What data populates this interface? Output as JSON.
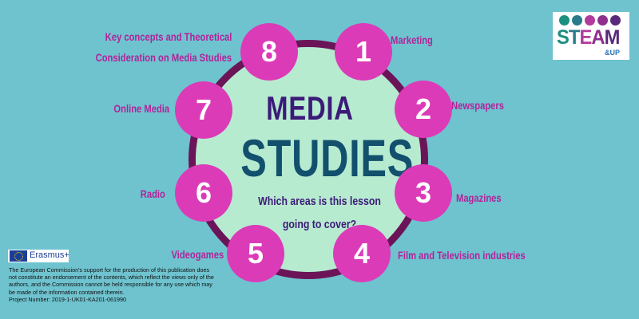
{
  "center": {
    "title_line1": "MEDIA",
    "title_line2": "STUDIES",
    "question": "Which areas is this lesson going to cover?"
  },
  "topics": [
    {
      "number": "1",
      "label": "Marketing"
    },
    {
      "number": "2",
      "label": "Newspapers"
    },
    {
      "number": "3",
      "label": "Magazines"
    },
    {
      "number": "4",
      "label": "Film and Television industries"
    },
    {
      "number": "5",
      "label": "Videogames"
    },
    {
      "number": "6",
      "label": "Radio"
    },
    {
      "number": "7",
      "label": "Online Media"
    },
    {
      "number": "8",
      "label_line1": "Key concepts and Theoretical",
      "label_line2": "Consideration on Media Studies"
    }
  ],
  "logo": {
    "text_s": "S",
    "text_t": "T",
    "text_e": "E",
    "text_a": "A",
    "text_m": "M",
    "sub": "&UP"
  },
  "erasmus": {
    "label": "Erasmus+"
  },
  "disclaimer": {
    "text": "The European Commission's support for the production of this publication does not constitute an endorsement of the contents, which reflect the views only of the authors, and the Commission cannot be held responsible for any use which may be made of the information contained therein.",
    "project_number": "Project Number: 2019-1-UK01-KA201-061990"
  },
  "colors": {
    "background": "#6ec3cf",
    "ring": "#6b1558",
    "inner": "#b7ebd0",
    "bubble": "#dc3bb8",
    "label": "#b3239a",
    "title1": "#3c1a78",
    "title2": "#12506e"
  }
}
